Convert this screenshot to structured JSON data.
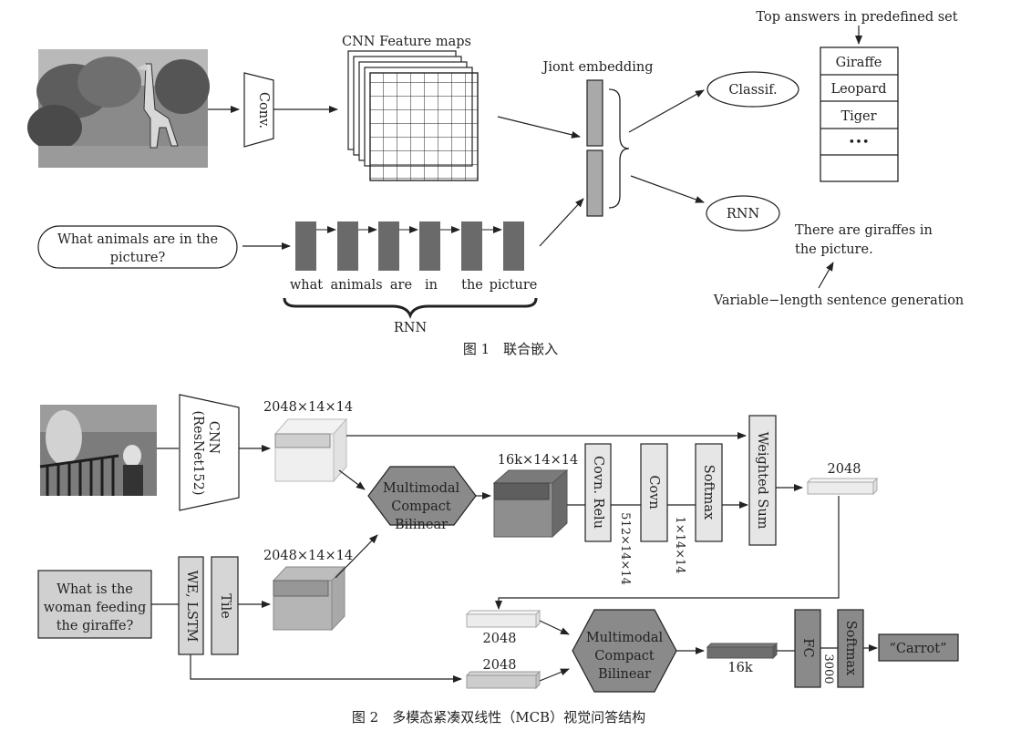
{
  "figure1": {
    "conv_label": "Conv.",
    "cnn_feature_maps_label": "CNN Feature maps",
    "joint_embedding_label": "Jiont embedding",
    "question_line1": "What animals are in the",
    "question_line2": "picture?",
    "words": [
      "what",
      "animals",
      "are",
      "in",
      "the",
      "picture"
    ],
    "rnn_label": "RNN",
    "classif_label": "Classif.",
    "rnn_out_label": "RNN",
    "top_answers_label": "Top answers in predefined set",
    "answers": [
      "Giraffe",
      "Leopard",
      "Tiger",
      "•••",
      ""
    ],
    "generated_line1": "There are giraffes in",
    "generated_line2": "the picture.",
    "variable_length_label": "Variable−length sentence generation",
    "caption": "图 1　联合嵌入"
  },
  "figure2": {
    "cnn_label_line1": "CNN",
    "cnn_label_line2": "(ResNet152)",
    "dim_top": "2048×14×14",
    "dim_bottom": "2048×14×14",
    "mcb1_line1": "Multimodal",
    "mcb1_line2": "Compact",
    "mcb1_line3": "Bilinear",
    "dim_16k": "16k×14×14",
    "conv_relu_label": "Covn.  Relu",
    "conv_label": "Covn",
    "softmax1_label": "Softmax",
    "weighted_sum_label": "Weighted  Sum",
    "dim_512": "512×14×14",
    "dim_1": "1×14×14",
    "dim_2048_right": "2048",
    "question_line1": "What is the",
    "question_line2": "woman feeding",
    "question_line3": "the giraffe?",
    "lstm_label": "WE, LSTM",
    "tile_label": "Tile",
    "dim_2048_a": "2048",
    "dim_2048_b": "2048",
    "mcb2_line1": "Multimodal",
    "mcb2_line2": "Compact",
    "mcb2_line3": "Bilinear",
    "dim_16k_out": "16k",
    "fc_label": "FC",
    "dim_3000": "3000",
    "softmax2_label": "Softmax",
    "answer": "“Carrot”",
    "caption": "图 2　多模态紧凑双线性（MCB）视觉问答结构"
  }
}
